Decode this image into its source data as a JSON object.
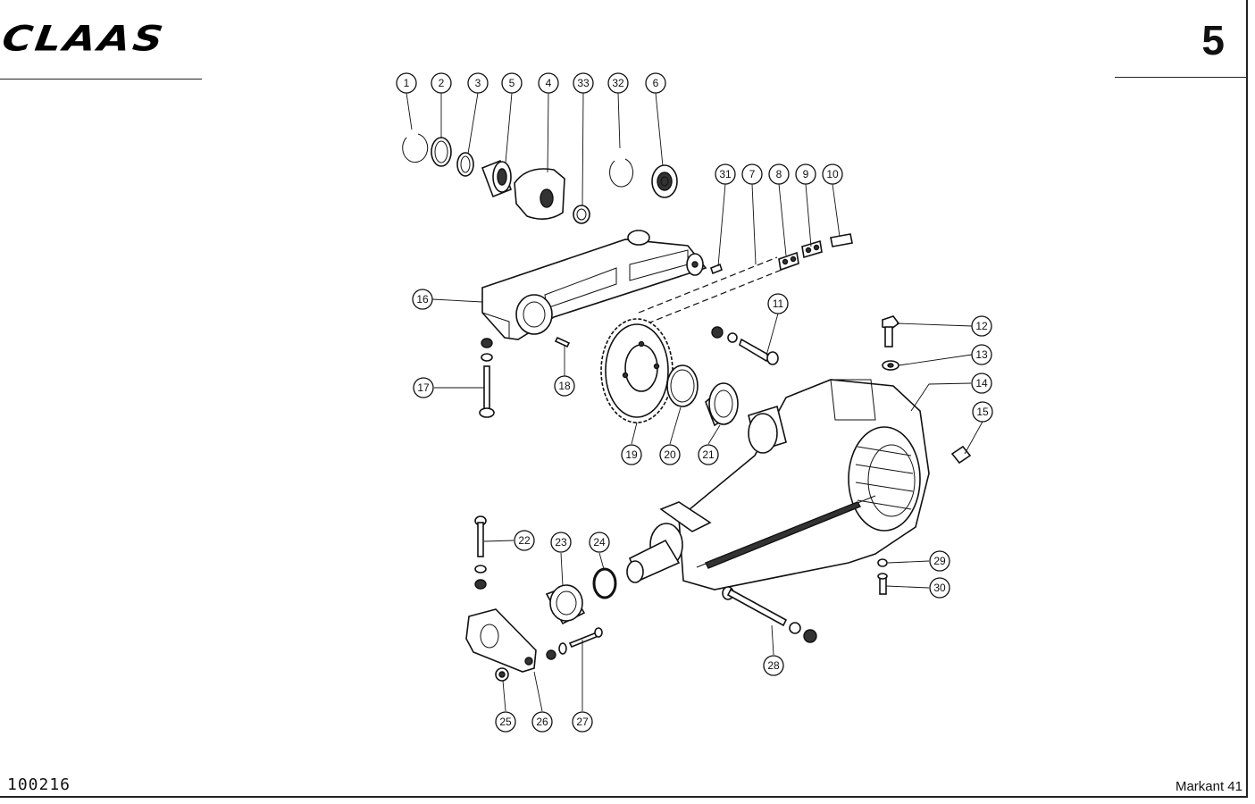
{
  "header": {
    "brand": "CLAAS",
    "page_number": "5"
  },
  "footer": {
    "document_number": "100216",
    "model": "Markant 41"
  },
  "callouts": [
    {
      "label": "1"
    },
    {
      "label": "2"
    },
    {
      "label": "3"
    },
    {
      "label": "5"
    },
    {
      "label": "4"
    },
    {
      "label": "33"
    },
    {
      "label": "32"
    },
    {
      "label": "6"
    },
    {
      "label": "31"
    },
    {
      "label": "7"
    },
    {
      "label": "8"
    },
    {
      "label": "9"
    },
    {
      "label": "10"
    },
    {
      "label": "16"
    },
    {
      "label": "11"
    },
    {
      "label": "12"
    },
    {
      "label": "13"
    },
    {
      "label": "14"
    },
    {
      "label": "15"
    },
    {
      "label": "17"
    },
    {
      "label": "18"
    },
    {
      "label": "19"
    },
    {
      "label": "20"
    },
    {
      "label": "21"
    },
    {
      "label": "22"
    },
    {
      "label": "23"
    },
    {
      "label": "24"
    },
    {
      "label": "29"
    },
    {
      "label": "30"
    },
    {
      "label": "28"
    },
    {
      "label": "25"
    },
    {
      "label": "26"
    },
    {
      "label": "27"
    }
  ]
}
